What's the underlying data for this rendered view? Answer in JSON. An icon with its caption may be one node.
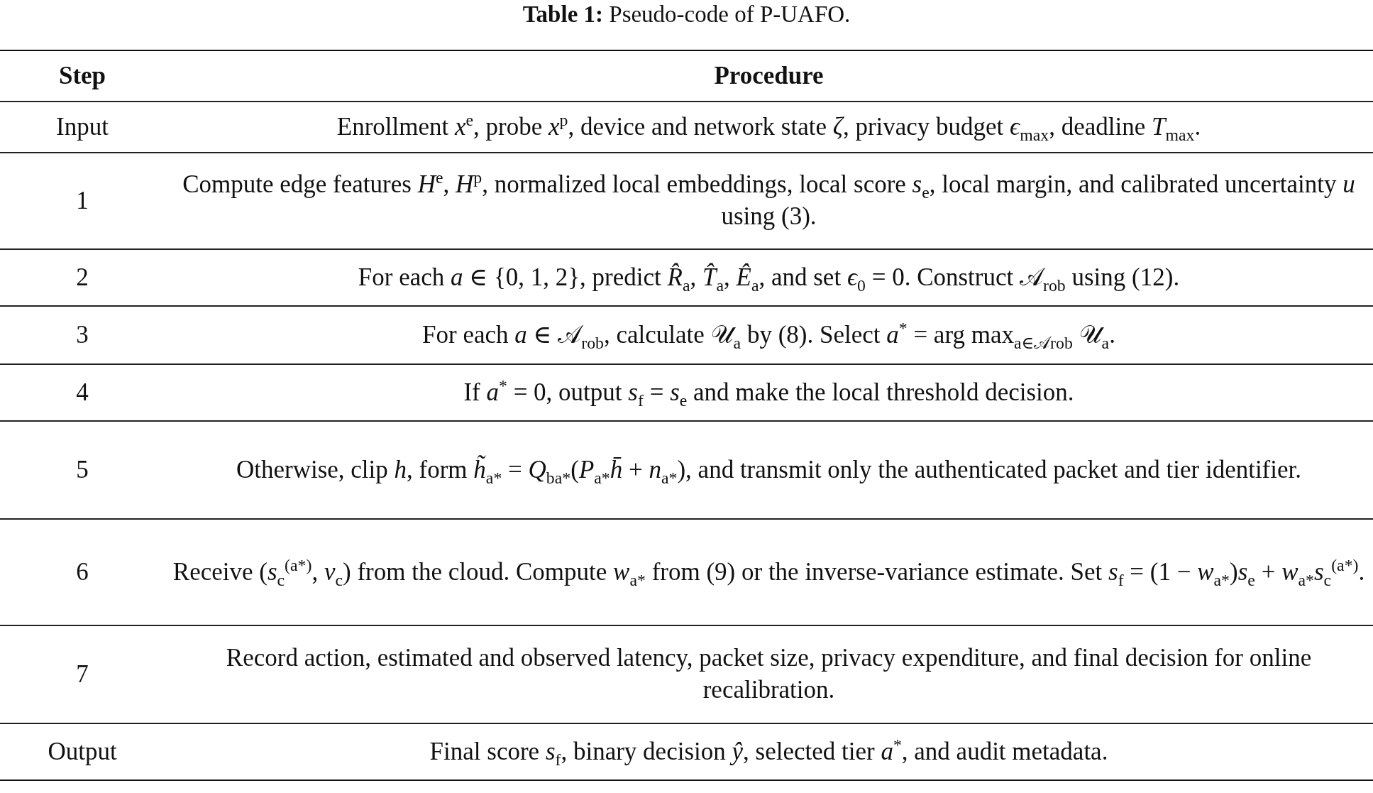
{
  "diagram": {
    "title": "**Table 1:** Pseudo-code of P-UAFO.",
    "labels": [
      "Step",
      "Procedure",
      "Input",
      "Enrollment *x*$^{e}$, probe *x*$^{p}$, device and network state *ζ*, privacy budget *ϵ*$_{max}$, deadline *T*$_{max}$.",
      "1",
      "Compute edge features *H*$^{e}$, *H*$^{p}$, normalized local embeddings, local score *s*$_{e}$, local margin, and calibrated uncertainty *u* using (3).",
      "2",
      "For each *a* ∈ {0, 1, 2}, predict *R̂*$_{a}$, *T̂*$_{a}$, *Ê*$_{a}$, and set *ϵ*$_{0}$ = 0. Construct 𝒜$_{rob}$ using (12).",
      "3",
      "For each *a* ∈ 𝒜$_{rob}$, calculate 𝒰$_{a}$ by (8). Select *a*$^{*}$ = arg max$_{a∈𝒜rob}$ 𝒰$_{a}$.",
      "4",
      "If *a*$^{*}$ = 0, output *s*$_{f}$ = *s*$_{e}$ and make the local threshold decision.",
      "5",
      "Otherwise, clip *h*, form *h̃*$_{a*}$ = *Q*$_{ba*}$(*P*$_{a*}$*h̄* + *n*$_{a*}$), and transmit only the authenticated packet and tier identifier.",
      "6",
      "Receive (*s*$_{c}$$^{(a*)}$, *v*$_{c}$) from the cloud. Compute *w*$_{a*}$ from (9) or the inverse-variance estimate. Set *s*$_{f}$ = (1 − *w*$_{a*}$)*s*$_{e}$ + *w*$_{a*}$*s*$_{c}$$^{(a*)}$.",
      "7",
      "Record action, estimated and observed latency, packet size, privacy expenditure, and final decision for online recalibration.",
      "Output",
      "Final score *s*$_{f}$, binary decision *ŷ*, selected tier *a*$^{*}$, and audit metadata."
    ]
  }
}
